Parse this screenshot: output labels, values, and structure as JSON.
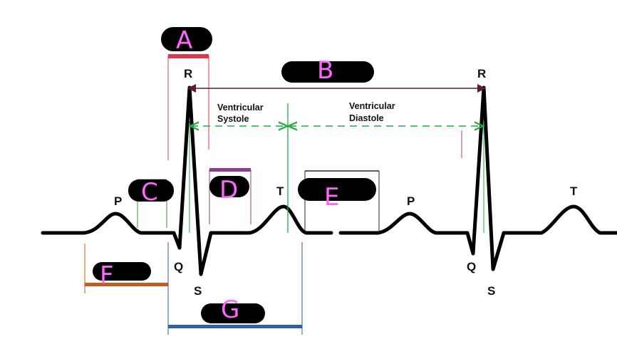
{
  "waves": {
    "p1": "P",
    "q1": "Q",
    "r1": "R",
    "s1": "S",
    "t1": "T",
    "p2": "P",
    "q2": "Q",
    "r2": "R",
    "s2": "S",
    "t2": "T"
  },
  "phases": {
    "systole_line1": "Ventricular",
    "systole_line2": "Systole",
    "diastole_line1": "Ventricular",
    "diastole_line2": "Diastole"
  },
  "markers": {
    "a": "A",
    "b": "B",
    "c": "C",
    "d": "D",
    "e": "E",
    "f": "F",
    "g": "G"
  },
  "colors": {
    "trace": "#000000",
    "a_bar": "#d63c4e",
    "b_arrow": "#5a1f2a",
    "c_bracket": "#4a8a3a",
    "d_bar": "#8e3c8c",
    "e_bracket": "#222222",
    "f_bar": "#c85a1e",
    "g_bar": "#2f5fa8",
    "phase_arrow": "#22aa44",
    "hand_label": "#ff66ff"
  }
}
